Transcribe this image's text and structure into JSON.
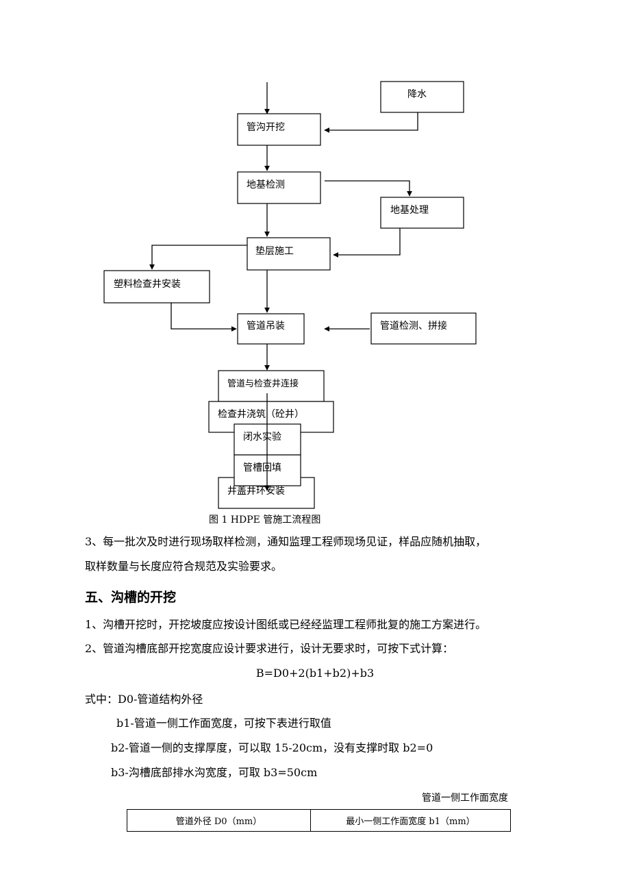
{
  "flowchart": {
    "nodes": {
      "dewatering": "降水",
      "trench_excavation": "管沟开挖",
      "foundation_test": "地基检测",
      "foundation_treatment": "地基处理",
      "cushion_construction": "垫层施工",
      "plastic_well_install": "塑料检查井安装",
      "pipe_hoisting": "管道吊装",
      "pipe_test_splice": "管道检测、拼接",
      "pipe_well_connect": "管道与检查井连接",
      "well_pouring": "检查井浇筑（砼井）",
      "closed_water_test": "闭水实验",
      "trench_backfill": "管槽回填",
      "cover_ring_install": "井盖井环安装"
    },
    "caption": "图 1 HDPE 管施工流程图"
  },
  "paragraphs": {
    "p3_line1": "3、每一批次及时进行现场取样检测，通知监理工程师现场见证，样品应随机抽取，",
    "p3_line2": "取样数量与长度应符合规范及实验要求。",
    "section5_title": "五、沟槽的开挖",
    "item1": "1、沟槽开挖时，开挖坡度应按设计图纸或已经经监理工程师批复的施工方案进行。",
    "item2": "2、管道沟槽底部开挖宽度应设计要求进行，设计无要求时，可按下式计算：",
    "formula": "B=D0+2(b1+b2)+b3",
    "where_d0": "式中：D0-管道结构外径",
    "def_b1": "b1-管道一侧工作面宽度，可按下表进行取值",
    "def_b2": "b2-管道一侧的支撑厚度，可以取 15-20cm，没有支撑时取 b2=0",
    "def_b3": "b3-沟槽底部排水沟宽度，可取 b3=50cm"
  },
  "table": {
    "caption": "管道一侧工作面宽度",
    "headers": [
      "管道外径 D0（mm）",
      "最小一侧工作面宽度 b1（mm）"
    ]
  }
}
